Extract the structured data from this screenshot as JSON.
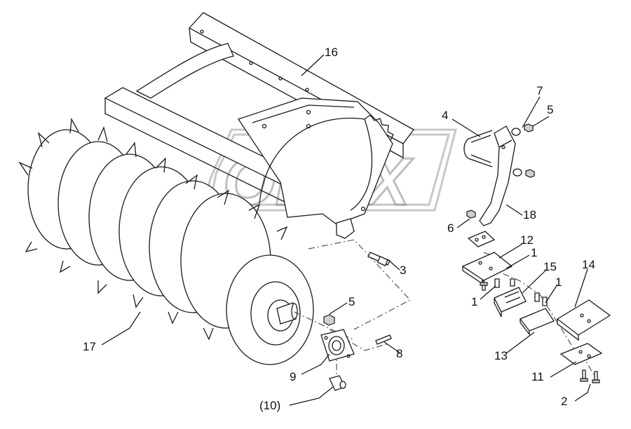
{
  "diagram": {
    "watermark": "OPEX",
    "callouts": [
      {
        "id": "c16",
        "text": "16"
      },
      {
        "id": "c7",
        "text": "7"
      },
      {
        "id": "c5a",
        "text": "5"
      },
      {
        "id": "c4",
        "text": "4"
      },
      {
        "id": "c18",
        "text": "18"
      },
      {
        "id": "c6",
        "text": "6"
      },
      {
        "id": "c12",
        "text": "12"
      },
      {
        "id": "c1a",
        "text": "1"
      },
      {
        "id": "c15",
        "text": "15"
      },
      {
        "id": "c14",
        "text": "14"
      },
      {
        "id": "c1b",
        "text": "1"
      },
      {
        "id": "c1c",
        "text": "1"
      },
      {
        "id": "c3",
        "text": "3"
      },
      {
        "id": "c5b",
        "text": "5"
      },
      {
        "id": "c17",
        "text": "17"
      },
      {
        "id": "c8",
        "text": "8"
      },
      {
        "id": "c9",
        "text": "9"
      },
      {
        "id": "c13",
        "text": "13"
      },
      {
        "id": "c11",
        "text": "11"
      },
      {
        "id": "c10",
        "text": "(10)"
      },
      {
        "id": "c2",
        "text": "2"
      }
    ]
  }
}
